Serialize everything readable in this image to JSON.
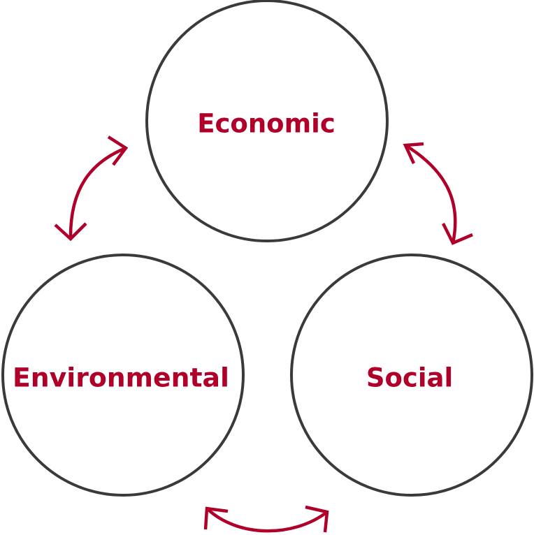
{
  "diagram": {
    "nodes": [
      {
        "id": "economic",
        "label": "Economic"
      },
      {
        "id": "environmental",
        "label": "Environmental"
      },
      {
        "id": "social",
        "label": "Social"
      }
    ],
    "links": [
      {
        "from": "economic",
        "to": "environmental",
        "bidirectional": true
      },
      {
        "from": "economic",
        "to": "social",
        "bidirectional": true
      },
      {
        "from": "environmental",
        "to": "social",
        "bidirectional": true
      }
    ]
  },
  "colors": {
    "label": "#b0002a",
    "arrow": "#b0002a",
    "circle_stroke": "#3a3a3a"
  }
}
